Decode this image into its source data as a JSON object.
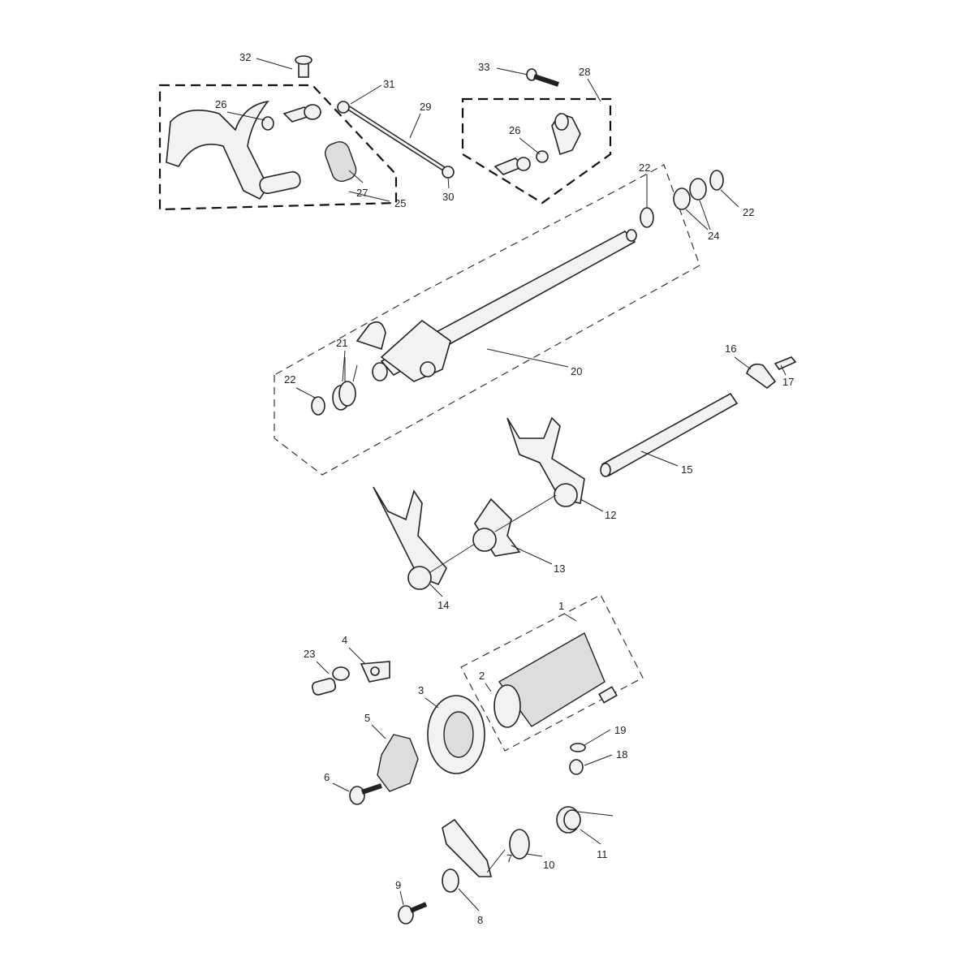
{
  "diagram": {
    "title": "Gear selector mechanism exploded parts diagram",
    "labels": [
      "32",
      "33",
      "28",
      "31",
      "29",
      "26",
      "26",
      "27",
      "25",
      "30",
      "22",
      "22",
      "24",
      "20",
      "21",
      "22",
      "16",
      "17",
      "15",
      "12",
      "13",
      "14",
      "1",
      "4",
      "23",
      "2",
      "3",
      "5",
      "19",
      "18",
      "6",
      "11",
      "10",
      "7",
      "9",
      "8"
    ]
  }
}
